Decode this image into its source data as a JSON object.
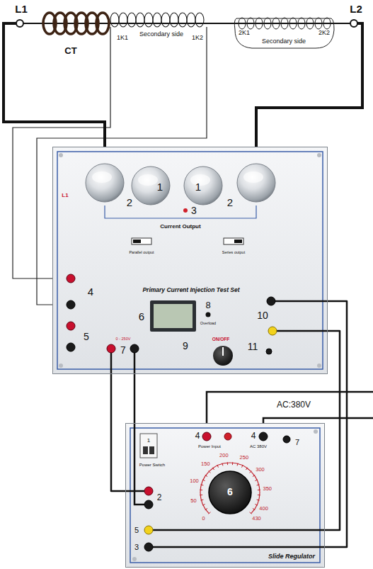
{
  "diagram": {
    "nodes": [
      {
        "text": [
          "2K1",
          "Secondary side",
          "2K2"
        ]
      },
      {
        "text": [
          "L1",
          "Current Output",
          "Parallel output",
          "Series output",
          "Primary Current Injection Test Set",
          "Overload",
          "0 - 250V",
          "ON/OFF"
        ]
      },
      {
        "text": [
          "Power Input",
          "AC 380V",
          "Power Switch",
          "0",
          "50",
          "100",
          "150",
          "200",
          "250",
          "300",
          "350",
          "400",
          "430",
          "Slide Regulator"
        ]
      }
    ],
    "edges": [
      {
        "from": 1,
        "to": 2,
        "arrow": "none"
      },
      {
        "from": 1,
        "to": 2,
        "arrow": "none"
      },
      {
        "from": 1,
        "to": 2,
        "arrow": "none"
      },
      {
        "from": 1,
        "to": 2,
        "arrow": "none"
      }
    ],
    "labels": [
      "L1",
      "L2",
      "CT",
      "1K1",
      "Secondary side",
      "1K2",
      "2",
      "1",
      "1",
      "2",
      "3",
      "4",
      "8",
      "6",
      "10",
      "5",
      "9",
      "7",
      "11",
      "AC:380V",
      "4",
      "4",
      "7",
      "1",
      "2",
      "6",
      "5",
      "3"
    ]
  }
}
